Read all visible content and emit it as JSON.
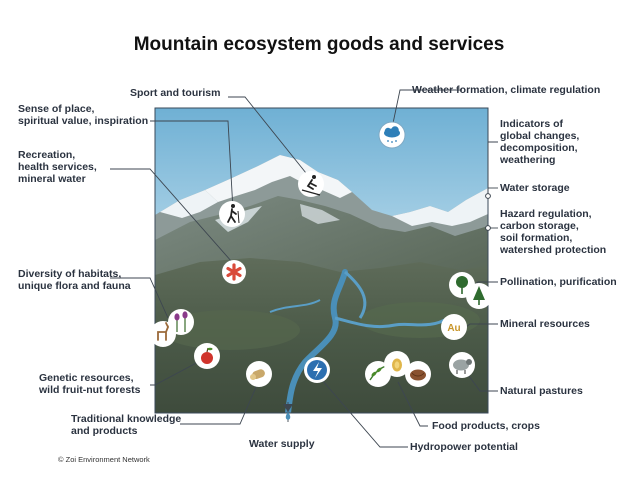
{
  "title": "Mountain ecosystem goods and services",
  "credit": "© Zoi Environment Network",
  "labels": {
    "sport": [
      "Sport and tourism"
    ],
    "sense": [
      "Sense of place,",
      "spiritual value, inspiration"
    ],
    "recreation": [
      "Recreation,",
      "health services,",
      "mineral water"
    ],
    "diversity": [
      "Diversity of habitats,",
      "unique flora and fauna"
    ],
    "genetic": [
      "Genetic resources,",
      "wild fruit-nut forests"
    ],
    "traditional": [
      "Traditional knowledge",
      "and products"
    ],
    "water_supply": [
      "Water supply"
    ],
    "weather": [
      "Weather formation, climate regulation"
    ],
    "indicators": [
      "Indicators of",
      "global changes,",
      "decomposition,",
      "weathering"
    ],
    "water_storage": [
      "Water storage"
    ],
    "hazard": [
      "Hazard regulation,",
      "carbon storage,",
      "soil formation,",
      "watershed protection"
    ],
    "pollination": [
      "Pollination, purification"
    ],
    "mineral": [
      "Mineral resources"
    ],
    "pastures": [
      "Natural pastures"
    ],
    "food": [
      "Food products, crops"
    ],
    "hydropower": [
      "Hydropower potential"
    ]
  },
  "icons": {
    "mineral_symbol": "Au"
  },
  "colors": {
    "frame_border": "#3a4a5a",
    "sky_top": "#7fb8d8",
    "sky_bottom": "#d7ebf5",
    "valley": "#4e5b4a",
    "river": "#4a8fb8",
    "leader": "#3d4650",
    "badge_bg": "#ffffff",
    "weather_badge": "#2e7fb8",
    "health_badge": "#d94a3a",
    "hydro_badge": "#2c6fb0",
    "pollination_badge": "#2f6b2f"
  }
}
